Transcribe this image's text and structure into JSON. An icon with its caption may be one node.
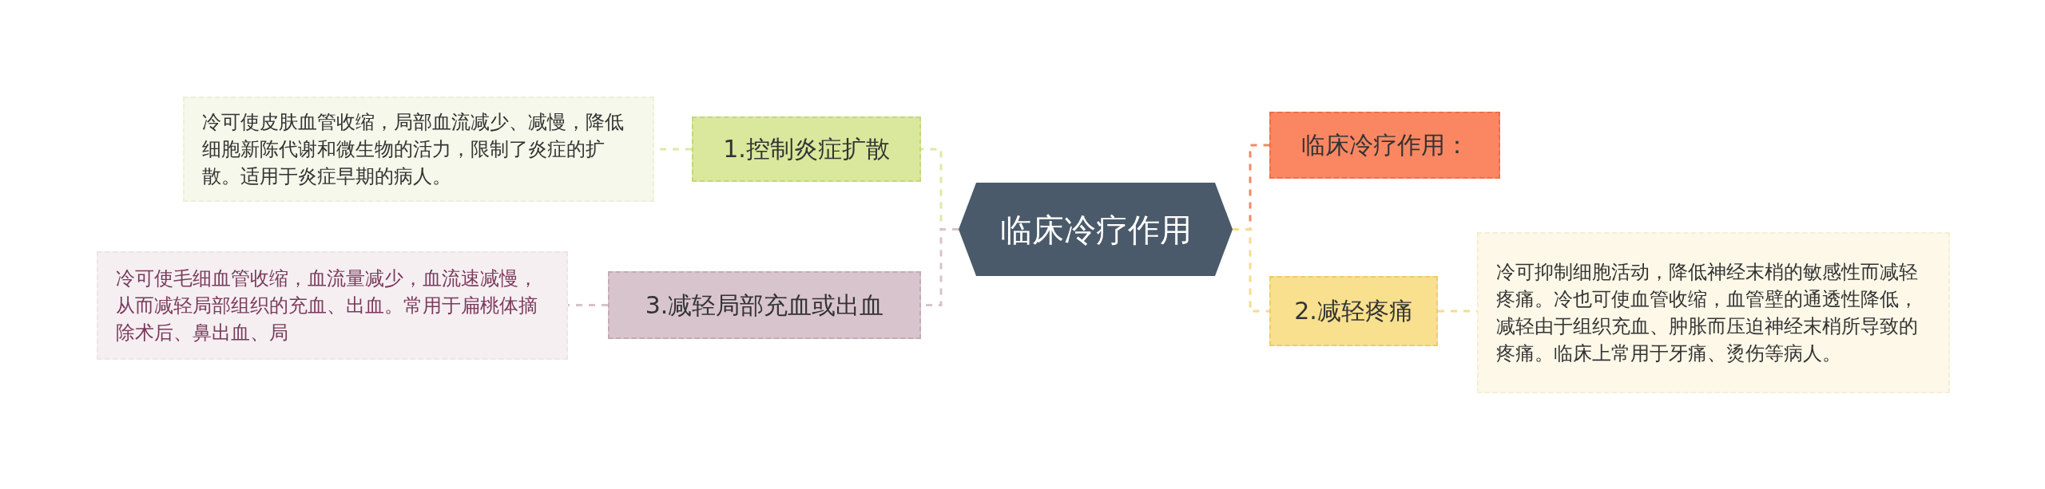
{
  "diagram": {
    "nodes": [
      {
        "text": [
          "临床冷疗作用"
        ]
      },
      {
        "text": [
          "1.控制炎症扩散"
        ]
      },
      {
        "text": [
          "冷可使皮肤血管收缩，局部血流减少、减慢，降低细胞新陈代谢和微生物的活力，限制了炎症的扩散。适用于炎症早期的病人。"
        ]
      },
      {
        "text": [
          "3.减轻局部充血或出血"
        ]
      },
      {
        "text": [
          "冷可使毛细血管收缩，血流量减少，血流速减慢，从而减轻局部组织的充血、出血。常用于扁桃体摘除术后、鼻出血、局"
        ]
      },
      {
        "text": [
          "临床冷疗作用："
        ]
      },
      {
        "text": [
          "2.减轻疼痛"
        ]
      },
      {
        "text": [
          "冷可抑制细胞活动，降低神经末梢的敏感性而减轻疼痛。冷也可使血管收缩，血管壁的通透性降低，减轻由于组织充血、肿胀而压迫神经末梢所导致的疼痛。临床上常用于牙痛、烫伤等病人。"
        ]
      }
    ],
    "edges": [
      {
        "from": 0,
        "to": 1,
        "arrow": "none",
        "style": "dashed",
        "color": "#dde9a8"
      },
      {
        "from": 1,
        "to": 2,
        "arrow": "none",
        "style": "dashed",
        "color": "#dde9a8"
      },
      {
        "from": 0,
        "to": 3,
        "arrow": "none",
        "style": "dashed",
        "color": "#d5c3cb"
      },
      {
        "from": 3,
        "to": 4,
        "arrow": "none",
        "style": "dashed",
        "color": "#d5c3cb"
      },
      {
        "from": 0,
        "to": 5,
        "arrow": "none",
        "style": "dashed",
        "color": "#f08a66"
      },
      {
        "from": 0,
        "to": 6,
        "arrow": "none",
        "style": "dashed",
        "color": "#f6dc8e"
      },
      {
        "from": 6,
        "to": 7,
        "arrow": "none",
        "style": "dashed",
        "color": "#f6dc8e"
      }
    ]
  }
}
